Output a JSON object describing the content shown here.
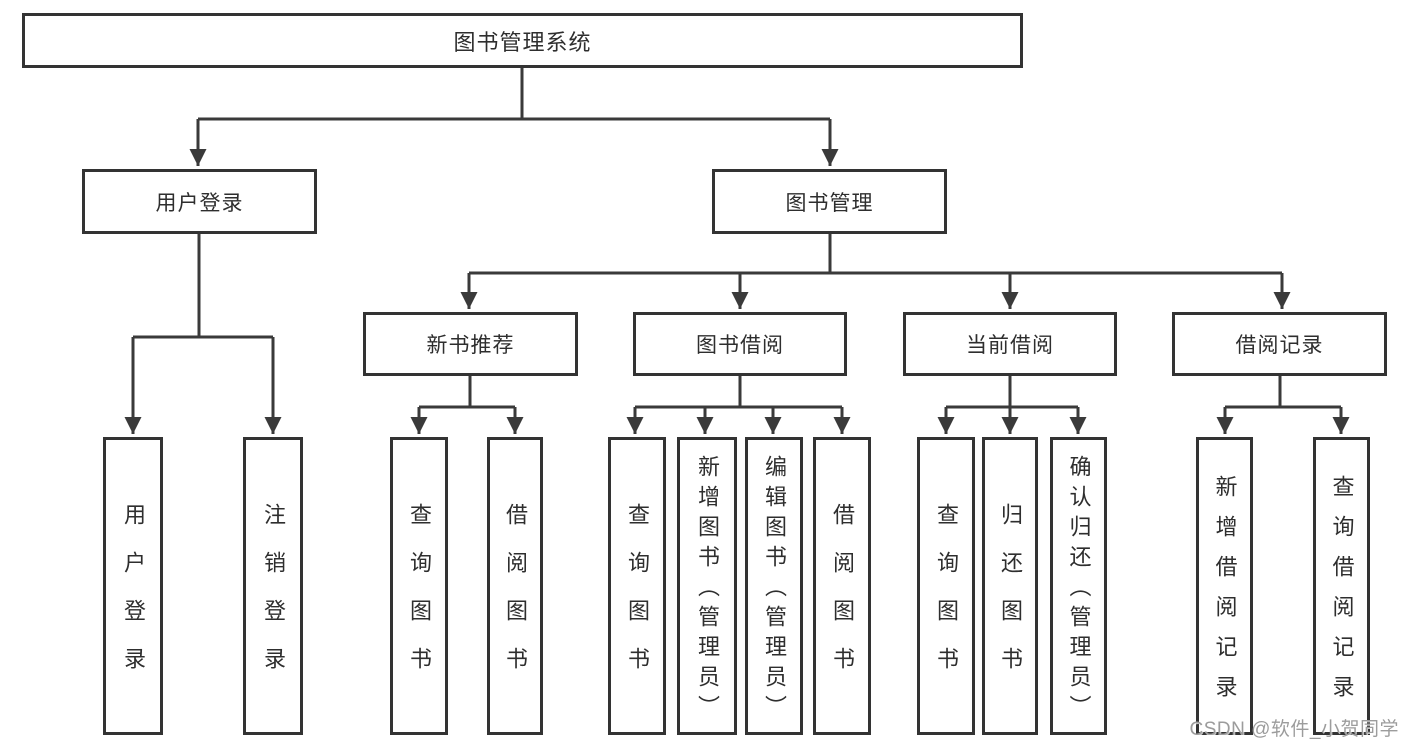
{
  "diagram": {
    "root": {
      "label": "图书管理系统"
    },
    "level2": [
      {
        "label": "用户登录",
        "leaves": [
          {
            "label": "用户登录"
          },
          {
            "label": "注销登录"
          }
        ]
      },
      {
        "label": "图书管理",
        "children": [
          {
            "label": "新书推荐",
            "leaves": [
              {
                "label": "查询图书"
              },
              {
                "label": "借阅图书"
              }
            ]
          },
          {
            "label": "图书借阅",
            "leaves": [
              {
                "label": "查询图书"
              },
              {
                "label": "新增图书（管理员）"
              },
              {
                "label": "编辑图书（管理员）"
              },
              {
                "label": "借阅图书"
              }
            ]
          },
          {
            "label": "当前借阅",
            "leaves": [
              {
                "label": "查询图书"
              },
              {
                "label": "归还图书"
              },
              {
                "label": "确认归还（管理员）"
              }
            ]
          },
          {
            "label": "借阅记录",
            "leaves": [
              {
                "label": "新增借阅记录"
              },
              {
                "label": "查询借阅记录"
              }
            ]
          }
        ]
      }
    ]
  },
  "watermark": {
    "text": "CSDN @软件_小贺同学"
  },
  "colors": {
    "line": "#3a3a3a",
    "box_border": "#333333",
    "text": "#2e2e2e",
    "watermark": "#9c9c9c",
    "background": "#ffffff"
  }
}
